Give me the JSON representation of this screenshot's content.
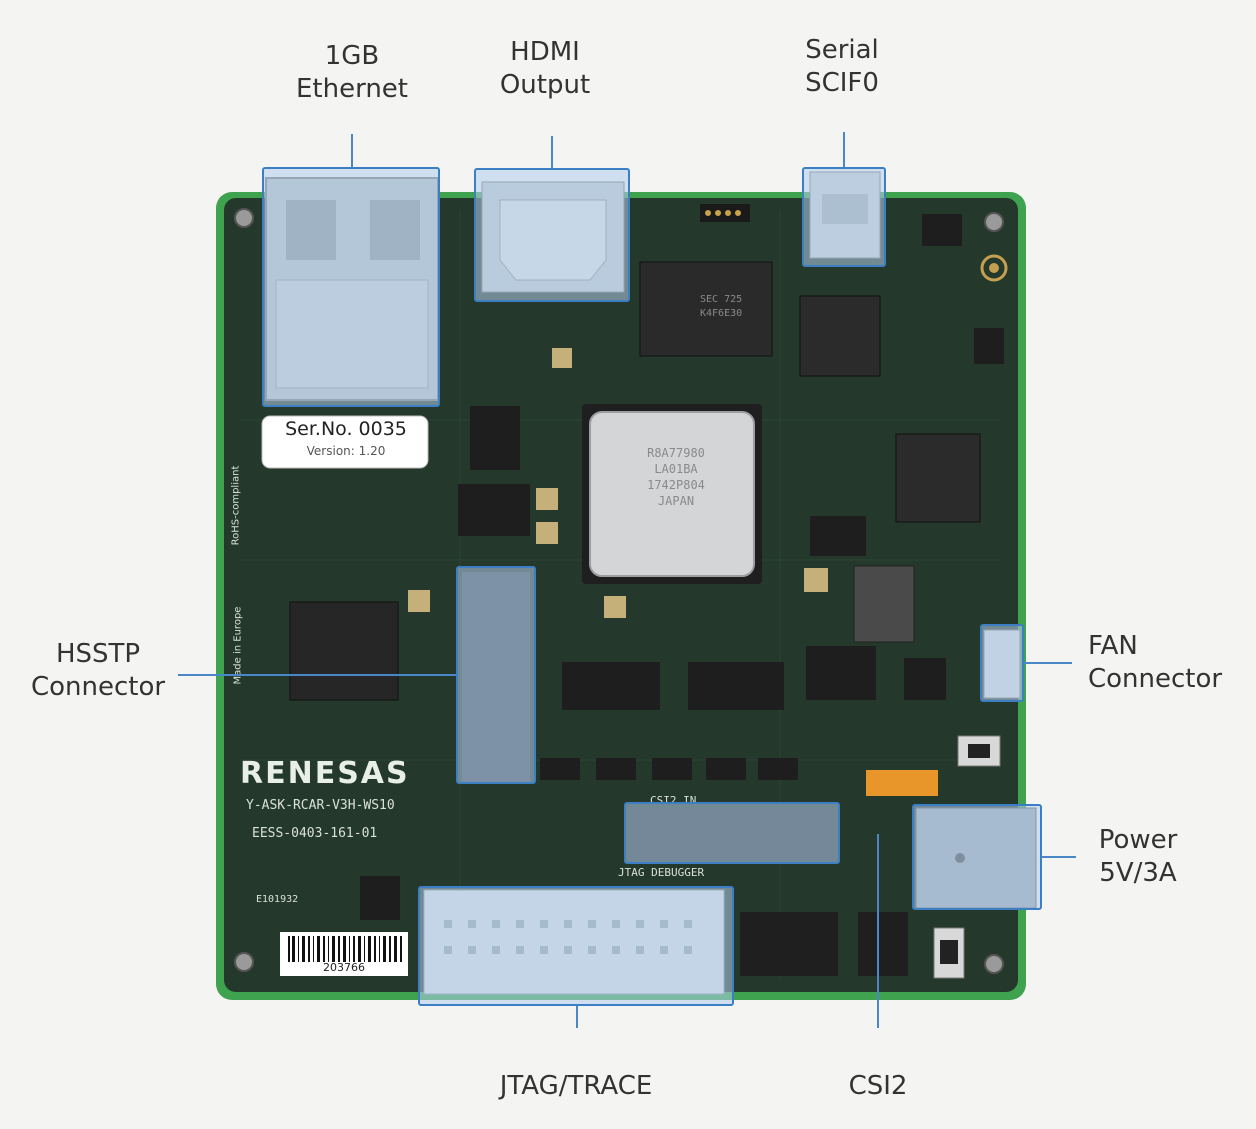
{
  "labels": {
    "ethernet": "1GB\nEthernet",
    "hdmi": "HDMI\nOutput",
    "serial": "Serial\nSCIF0",
    "hsstp": "HSSTP\nConnector",
    "fan": "FAN\nConnector",
    "power": "Power\n5V/3A",
    "jtag": "JTAG/TRACE",
    "csi2": "CSI2"
  },
  "sticker": {
    "serial_no": "Ser.No. 0035",
    "version": "Version: 1.20"
  },
  "barcode_number": "203766",
  "board": {
    "brand": "RENESAS",
    "model": "Y-ASK-RCAR-V3H-WS10",
    "part": "EESS-0403-161-01",
    "extra1": "E101932",
    "soc_line1": "R8A77980",
    "soc_line2": "LA01BA",
    "soc_line3": "1742P804",
    "soc_line4": "JAPAN",
    "jtag_silk": "JTAG DEBUGGER",
    "csi_silk": "CSI2 IN",
    "rohs": "RoHS-compliant",
    "made_in": "Made in Europe"
  },
  "colors": {
    "pcb": "#24382b",
    "pcb_edge": "#3ea24e",
    "highlight_border": "#3d7fc4",
    "highlight_fill": "#b0ceeb",
    "text": "#333333"
  }
}
